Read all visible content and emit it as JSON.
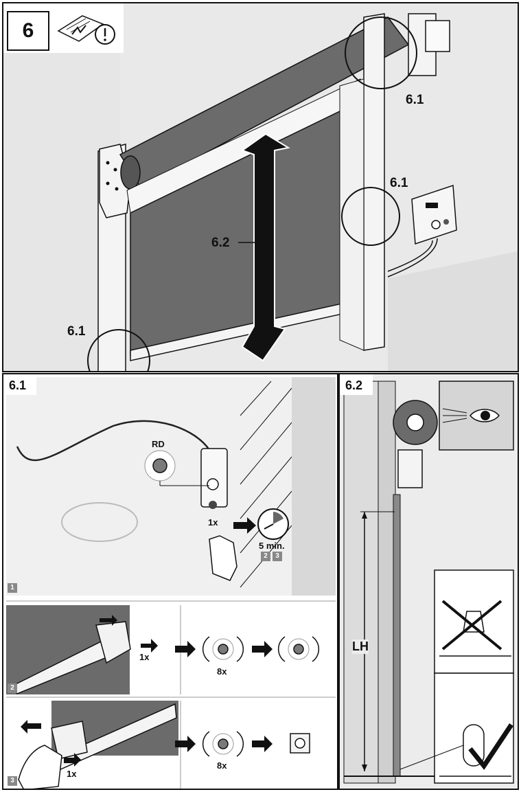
{
  "step": {
    "number": "6"
  },
  "overview": {
    "label_6_1_top": "6.1",
    "label_6_1_control": "6.1",
    "label_6_2": "6.2",
    "label_6_1_bottom": "6.1"
  },
  "section_6_1": {
    "title": "6.1",
    "led_label": "RD",
    "press_count": "1x",
    "timer_label": "5 min.",
    "step_refs": [
      "2",
      "3"
    ],
    "substep_1": "1",
    "substep_2": "2",
    "substep_3": "3",
    "flash_count_2": "8x",
    "flash_count_3": "8x",
    "press_count_2": "1x",
    "press_count_3": "1x"
  },
  "section_6_2": {
    "title": "6.2",
    "dimension_label": "LH"
  },
  "colors": {
    "curtain": "#6b6b6b",
    "panel_bg": "#e8e8e8",
    "line": "#111111",
    "led_red": "#7a7a7a"
  },
  "icons": [
    "manual-warning-icon",
    "eye-icon",
    "timer-icon",
    "arrow-right-icon",
    "led-flash-icon",
    "check-mark-icon",
    "cross-mark-icon"
  ]
}
